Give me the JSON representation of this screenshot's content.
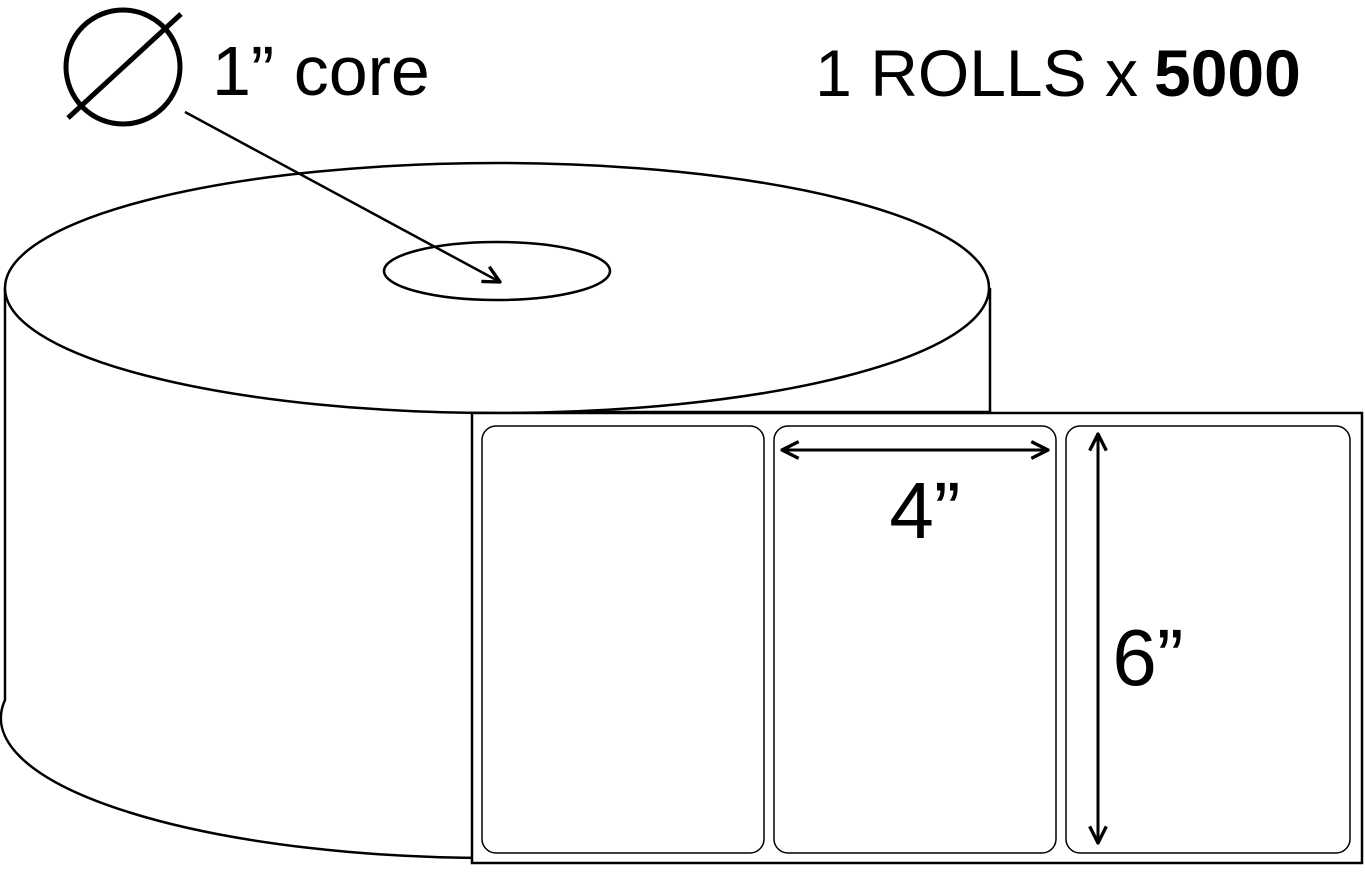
{
  "header": {
    "core_label": "1” core",
    "rolls_label": "1 ROLLS x",
    "count_label": "5000"
  },
  "dimensions": {
    "width_label": "4”",
    "height_label": "6”"
  },
  "icons": {
    "diameter": "diameter-symbol-icon"
  },
  "colors": {
    "stroke": "#000000",
    "background": "#ffffff"
  }
}
